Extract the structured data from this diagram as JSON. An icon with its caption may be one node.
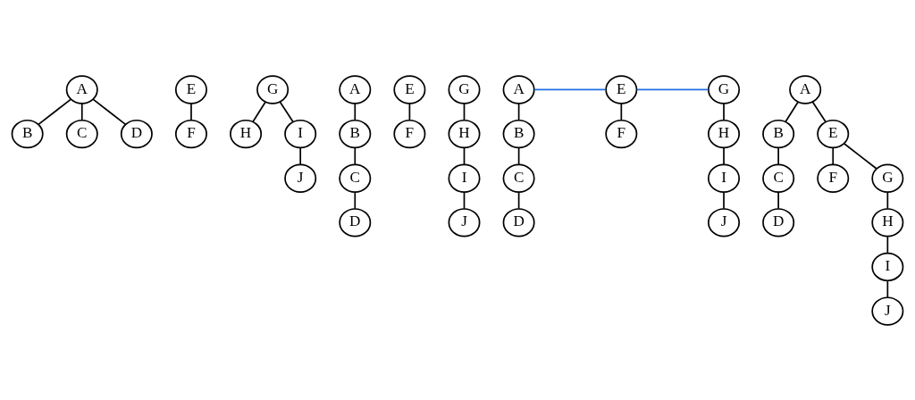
{
  "diagram": {
    "nodes": [
      {
        "text": [
          "A"
        ]
      },
      {
        "text": [
          "B"
        ]
      },
      {
        "text": [
          "C"
        ]
      },
      {
        "text": [
          "D"
        ]
      },
      {
        "text": [
          "E"
        ]
      },
      {
        "text": [
          "F"
        ]
      },
      {
        "text": [
          "G"
        ]
      },
      {
        "text": [
          "H"
        ]
      },
      {
        "text": [
          "I"
        ]
      },
      {
        "text": [
          "J"
        ]
      },
      {
        "text": [
          "A"
        ]
      },
      {
        "text": [
          "B"
        ]
      },
      {
        "text": [
          "C"
        ]
      },
      {
        "text": [
          "D"
        ]
      },
      {
        "text": [
          "E"
        ]
      },
      {
        "text": [
          "F"
        ]
      },
      {
        "text": [
          "G"
        ]
      },
      {
        "text": [
          "H"
        ]
      },
      {
        "text": [
          "I"
        ]
      },
      {
        "text": [
          "J"
        ]
      },
      {
        "text": [
          "A"
        ]
      },
      {
        "text": [
          "B"
        ]
      },
      {
        "text": [
          "C"
        ]
      },
      {
        "text": [
          "D"
        ]
      },
      {
        "text": [
          "E"
        ]
      },
      {
        "text": [
          "F"
        ]
      },
      {
        "text": [
          "G"
        ]
      },
      {
        "text": [
          "H"
        ]
      },
      {
        "text": [
          "I"
        ]
      },
      {
        "text": [
          "J"
        ]
      },
      {
        "text": [
          "A"
        ]
      },
      {
        "text": [
          "B"
        ]
      },
      {
        "text": [
          "C"
        ]
      },
      {
        "text": [
          "D"
        ]
      },
      {
        "text": [
          "E"
        ]
      },
      {
        "text": [
          "F"
        ]
      },
      {
        "text": [
          "G"
        ]
      },
      {
        "text": [
          "H"
        ]
      },
      {
        "text": [
          "I"
        ]
      },
      {
        "text": [
          "J"
        ]
      }
    ],
    "edges": [
      {
        "from": 0,
        "to": 1,
        "arrow": "none"
      },
      {
        "from": 0,
        "to": 2,
        "arrow": "none"
      },
      {
        "from": 0,
        "to": 3,
        "arrow": "none"
      },
      {
        "from": 4,
        "to": 5,
        "arrow": "none"
      },
      {
        "from": 6,
        "to": 7,
        "arrow": "none"
      },
      {
        "from": 6,
        "to": 8,
        "arrow": "none"
      },
      {
        "from": 8,
        "to": 9,
        "arrow": "none"
      },
      {
        "from": 10,
        "to": 11,
        "arrow": "none"
      },
      {
        "from": 11,
        "to": 12,
        "arrow": "none"
      },
      {
        "from": 12,
        "to": 13,
        "arrow": "none"
      },
      {
        "from": 14,
        "to": 15,
        "arrow": "none"
      },
      {
        "from": 16,
        "to": 17,
        "arrow": "none"
      },
      {
        "from": 17,
        "to": 18,
        "arrow": "none"
      },
      {
        "from": 18,
        "to": 19,
        "arrow": "none"
      },
      {
        "from": 20,
        "to": 21,
        "arrow": "none"
      },
      {
        "from": 21,
        "to": 22,
        "arrow": "none"
      },
      {
        "from": 22,
        "to": 23,
        "arrow": "none"
      },
      {
        "from": 20,
        "to": 24,
        "arrow": "none",
        "color": "#1f6fe0"
      },
      {
        "from": 24,
        "to": 25,
        "arrow": "none"
      },
      {
        "from": 24,
        "to": 26,
        "arrow": "none",
        "color": "#1f6fe0"
      },
      {
        "from": 26,
        "to": 27,
        "arrow": "none"
      },
      {
        "from": 27,
        "to": 28,
        "arrow": "none"
      },
      {
        "from": 28,
        "to": 29,
        "arrow": "none"
      },
      {
        "from": 30,
        "to": 31,
        "arrow": "none"
      },
      {
        "from": 31,
        "to": 32,
        "arrow": "none"
      },
      {
        "from": 32,
        "to": 33,
        "arrow": "none"
      },
      {
        "from": 30,
        "to": 34,
        "arrow": "none"
      },
      {
        "from": 34,
        "to": 35,
        "arrow": "none"
      },
      {
        "from": 34,
        "to": 36,
        "arrow": "none"
      },
      {
        "from": 36,
        "to": 37,
        "arrow": "none"
      },
      {
        "from": 37,
        "to": 38,
        "arrow": "none"
      },
      {
        "from": 38,
        "to": 39,
        "arrow": "none"
      }
    ]
  }
}
